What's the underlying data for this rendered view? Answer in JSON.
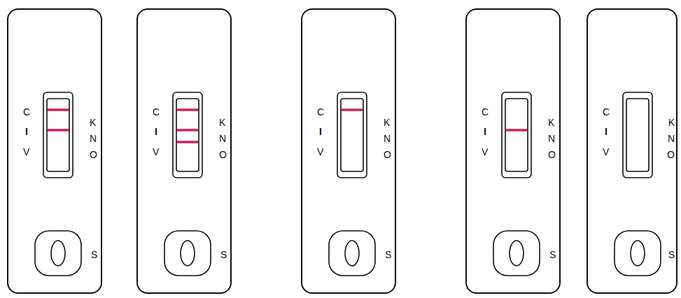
{
  "diagram": {
    "nodes": [
      {
        "text": [
          "C",
          "I",
          "V",
          "K",
          "N",
          "O",
          "S"
        ]
      },
      {
        "text": [
          "C",
          "I",
          "V",
          "K",
          "N",
          "O",
          "S"
        ]
      },
      {
        "text": [
          "C",
          "I",
          "V",
          "K",
          "N",
          "O",
          "S"
        ]
      },
      {
        "text": [
          "C",
          "I",
          "V",
          "K",
          "N",
          "O",
          "S"
        ]
      },
      {
        "text": [
          "C",
          "I",
          "V",
          "K",
          "N",
          "O",
          "S"
        ]
      }
    ]
  }
}
